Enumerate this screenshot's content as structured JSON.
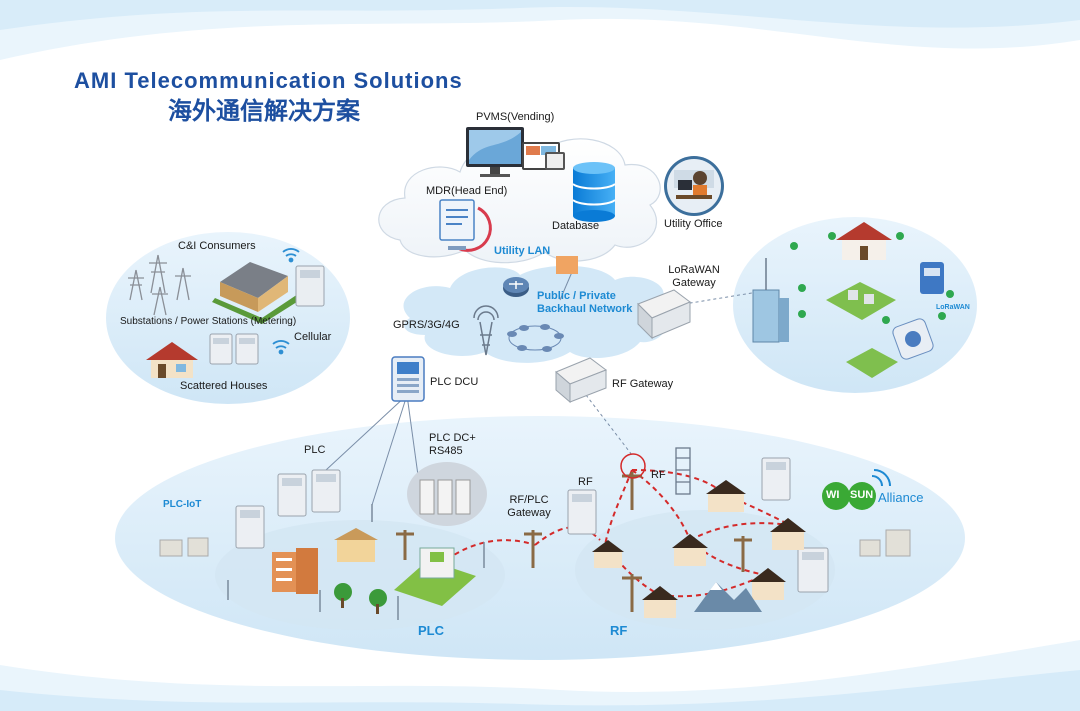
{
  "title": {
    "en": "AMI Telecommunication Solutions",
    "cn": "海外通信解决方案"
  },
  "labels": {
    "pvms": "PVMS(Vending)",
    "mdr": "MDR(Head End)",
    "database": "Database",
    "utility_office": "Utility Office",
    "utility_lan": "Utility LAN",
    "backhaul_line1": "Public / Private",
    "backhaul_line2": "Backhaul Network",
    "lorawan_line1": "LoRaWAN",
    "lorawan_line2": "Gateway",
    "gprs": "GPRS/3G/4G",
    "plc_dcu": "PLC DCU",
    "rf_gateway": "RF Gateway",
    "ci_consumers": "C&I Consumers",
    "substations": "Substations / Power Stations (Metering)",
    "cellular": "Cellular",
    "scattered_houses": "Scattered Houses",
    "plc": "PLC",
    "plc_dc_line1": "PLC DC+",
    "plc_dc_line2": "RS485",
    "plc_iot": "PLC-IoT",
    "rf_plc_line1": "RF/PLC",
    "rf_plc_line2": "Gateway",
    "rf_top": "RF",
    "rf_tower": "RF",
    "plc_section": "PLC",
    "rf_section": "RF",
    "wisun_wi": "WI",
    "wisun_sun": "SUN",
    "wisun_alliance": "Alliance",
    "lorawan_logo": "LoRaWAN"
  },
  "colors": {
    "title_blue": "#1d4fa0",
    "accent_blue": "#1d8ad3",
    "rf_link_red": "#d42a2a",
    "wisun_green": "#3aa935",
    "wave_light": "#dbeefa"
  }
}
